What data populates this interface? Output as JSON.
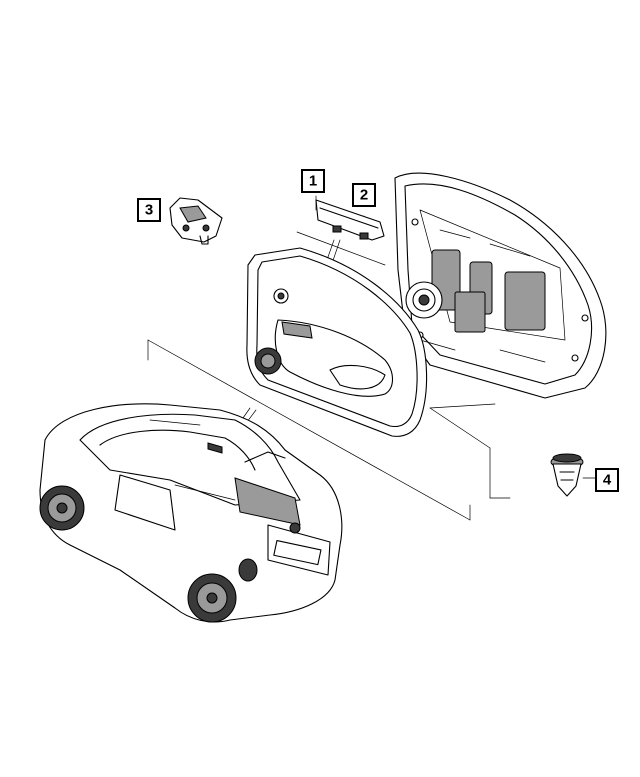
{
  "callouts": [
    {
      "label": "1",
      "part": "door-pull-cup"
    },
    {
      "label": "2",
      "part": "handle-trim-cover"
    },
    {
      "label": "3",
      "part": "bracket"
    },
    {
      "label": "4",
      "part": "push-pin-fastener"
    }
  ]
}
